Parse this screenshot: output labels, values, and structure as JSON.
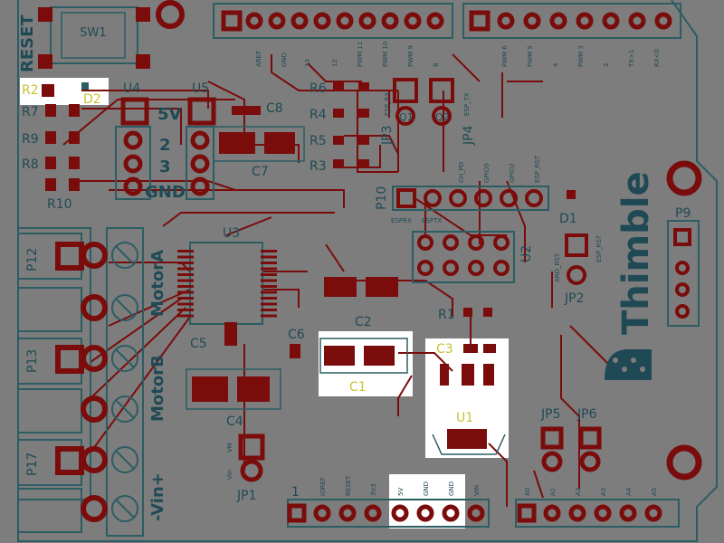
{
  "colors": {
    "board": "#7d7d7d",
    "copper": "#7a0c0c",
    "silkscreen": "#2b5d63",
    "label_yellow": "#c9c234",
    "highlight": "#ffffff"
  },
  "brand": {
    "name": "Thimble"
  },
  "components": {
    "reset": "RESET",
    "sw1": "SW1",
    "r2": "R2",
    "d2": "D2",
    "r7": "R7",
    "r9": "R9",
    "r8": "R8",
    "r10": "R10",
    "u4": "U4",
    "u5": "U5",
    "five_v": "5V",
    "two": "2",
    "three": "3",
    "gnd": "GND",
    "c8": "C8",
    "c7": "C7",
    "r6": "R6",
    "r4": "R4",
    "r5": "R5",
    "r3": "R3",
    "q1": "Q1",
    "q2": "Q2",
    "jp3": "JP3",
    "jp4": "JP4",
    "p10": "P10",
    "d1": "D1",
    "p9": "P9",
    "u3": "U3",
    "u2": "U2",
    "r1": "R1",
    "c2": "C2",
    "c3": "C3",
    "c1": "C1",
    "u1": "U1",
    "c5": "C5",
    "c6": "C6",
    "c4": "C4",
    "jp1": "JP1",
    "jp2": "JP2",
    "jp5": "JP5",
    "jp6": "JP6",
    "p12": "P12",
    "p13": "P13",
    "p17": "P17",
    "motor_a": "MotorA",
    "motor_b": "MotorB",
    "vin_plus": "-Vin+",
    "one": "1"
  },
  "pin_labels": {
    "top_header": [
      "AREF",
      "GND",
      "13",
      "12",
      "PWM 11",
      "PWM 10",
      "PWM 9",
      "8",
      "PWM 6",
      "PWM 5",
      "4",
      "PWM 3",
      "2",
      "TX>1",
      "RX<0"
    ],
    "esp_rx": "ESP_RX",
    "esp_tx": "ESP_TX",
    "p10_top": [
      "CH_PD",
      "GPIO0",
      "GPIO2",
      "ESP_RST"
    ],
    "p10_bottom": [
      "ESPRX",
      "ESPTX"
    ],
    "jp2": [
      "ARD_RST",
      "ESP_RST"
    ],
    "jp1": [
      "Vin",
      "VM"
    ],
    "power_header": [
      "IOREF",
      "RESET",
      "3V3",
      "5V",
      "GND",
      "GND",
      "VIN"
    ],
    "analog_header": [
      "A0",
      "A1",
      "A2",
      "A3",
      "A4",
      "A5"
    ]
  }
}
